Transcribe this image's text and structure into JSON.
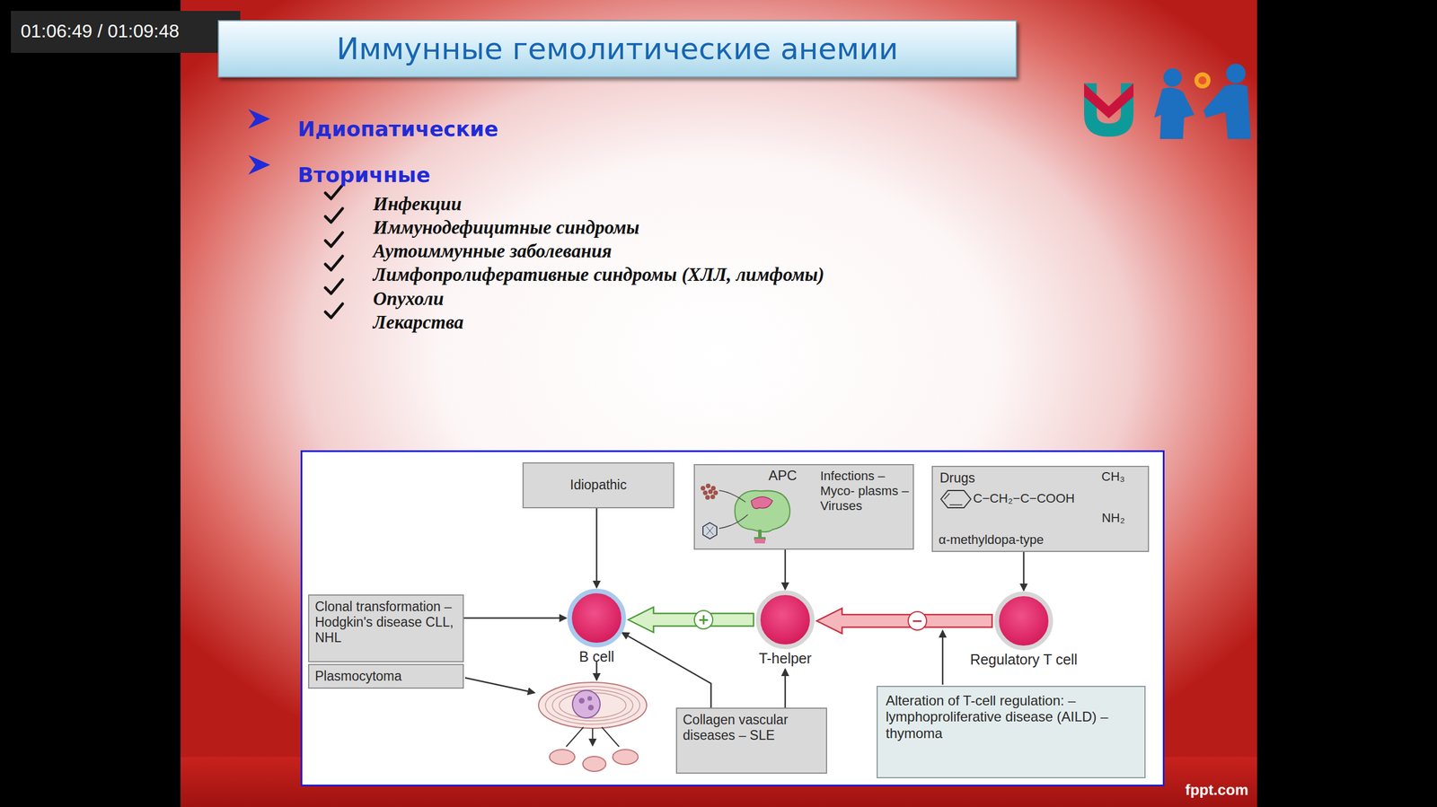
{
  "diagram": {
    "title": "Иммунные гемолитические анемии",
    "nodes": [
      {
        "text": [
          "Idiopathic"
        ]
      },
      {
        "text": [
          "APC",
          "Infections – Myco- plasms – Viruses"
        ]
      },
      {
        "text": [
          "Drugs",
          "CH₃",
          "C−CH₂−C−COOH",
          "NH₂",
          "α-methyldopa-type"
        ]
      },
      {
        "text": [
          "Clonal transformation – Hodgkin's disease CLL, NHL"
        ]
      },
      {
        "text": [
          "B cell"
        ]
      },
      {
        "text": [
          "T-helper"
        ]
      },
      {
        "text": [
          "Regulatory T cell"
        ]
      },
      {
        "text": [
          "Plasmocytoma"
        ]
      },
      {
        "text": [
          "Collagen vascular diseases – SLE"
        ]
      },
      {
        "text": [
          "Alteration of T-cell regulation: – lymphoproliferative disease (AILD) – thymoma"
        ]
      }
    ],
    "edges": [
      {
        "from": 0,
        "to": 4,
        "arrow": "to"
      },
      {
        "from": 1,
        "to": 5,
        "arrow": "to"
      },
      {
        "from": 2,
        "to": 6,
        "arrow": "to"
      },
      {
        "from": 3,
        "to": 4,
        "arrow": "to"
      },
      {
        "from": 5,
        "to": 4,
        "label": "+",
        "arrow": "to"
      },
      {
        "from": 6,
        "to": 5,
        "label": "−",
        "arrow": "to"
      },
      {
        "from": 8,
        "to": 4,
        "arrow": "to"
      },
      {
        "from": 8,
        "to": 5,
        "arrow": "to"
      }
    ],
    "labels": [
      "01:06:49 / 01:09:48",
      "Идиопатические",
      "Вторичные",
      "Инфекции",
      "Иммунодефицитные синдромы",
      "Аутоиммунные заболевания",
      "Лимфопролиферативные синдромы (ХЛЛ, лимфомы)",
      "Опухоли",
      "Лекарства",
      "fppt.com"
    ]
  }
}
